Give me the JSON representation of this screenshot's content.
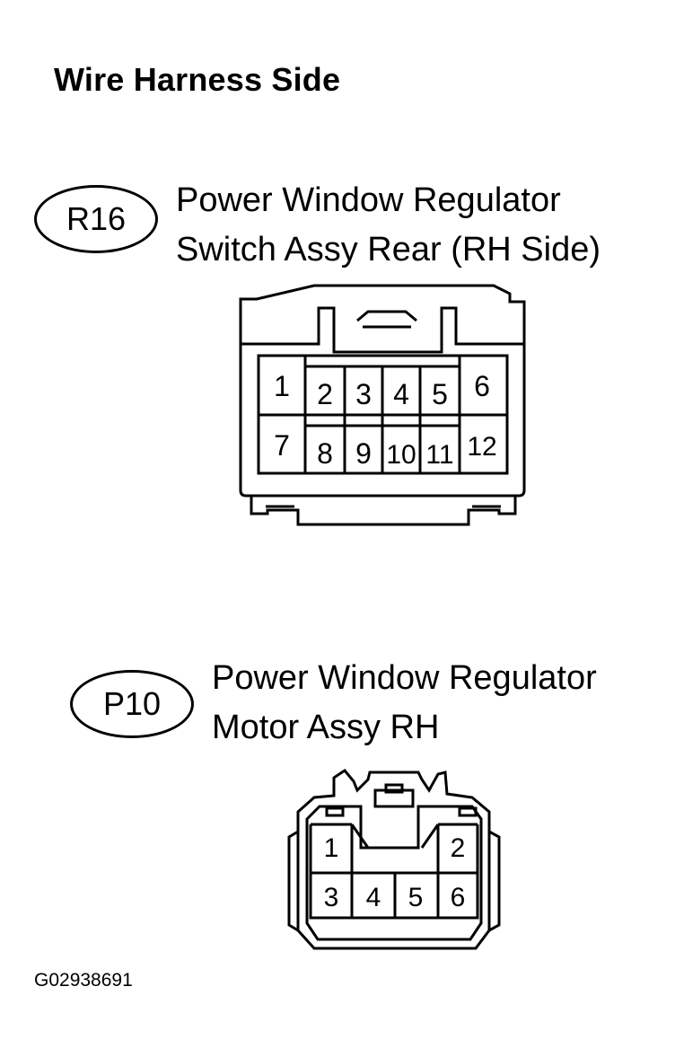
{
  "heading": "Wire Harness Side",
  "connectors": [
    {
      "code": "R16",
      "name_lines": [
        "Power Window Regulator",
        "Switch Assy Rear (RH Side)"
      ],
      "pins": [
        "1",
        "2",
        "3",
        "4",
        "5",
        "6",
        "7",
        "8",
        "9",
        "10",
        "11",
        "12"
      ]
    },
    {
      "code": "P10",
      "name_lines": [
        "Power Window Regulator",
        "Motor Assy RH"
      ],
      "pins": [
        "1",
        "2",
        "3",
        "4",
        "5",
        "6"
      ]
    }
  ],
  "diagram_id": "G02938691"
}
